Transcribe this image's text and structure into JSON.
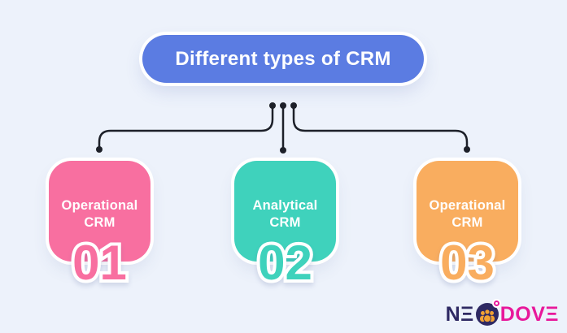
{
  "title": "Different types of CRM",
  "boxes": [
    {
      "label_line1": "Operational",
      "label_line2": "CRM",
      "number": "01",
      "color": "#f86fa0"
    },
    {
      "label_line1": "Analytical",
      "label_line2": "CRM",
      "number": "02",
      "color": "#3fd2bc"
    },
    {
      "label_line1": "Operational",
      "label_line2": "CRM",
      "number": "03",
      "color": "#f9ad5f"
    }
  ],
  "logo": {
    "brand": "NEODOVE",
    "part_ne": "NΞ",
    "part_dove": "DOVΞ"
  },
  "colors": {
    "background": "#edf2fb",
    "title_bg": "#5b7ce2",
    "title_text": "#ffffff",
    "connector": "#1d2029",
    "box_pink": "#f86fa0",
    "box_teal": "#3fd2bc",
    "box_orange": "#f9ad5f",
    "logo_navy": "#2e2963",
    "logo_magenta": "#e8189b",
    "logo_orange": "#f2a132",
    "ring_white": "#ffffff"
  }
}
